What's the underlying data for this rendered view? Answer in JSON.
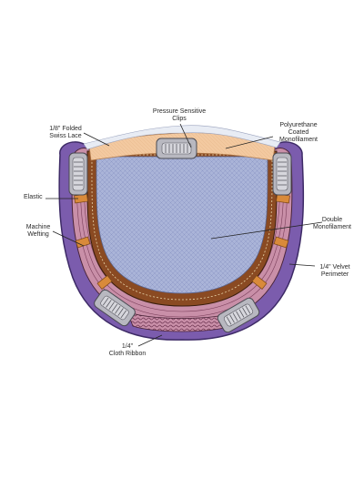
{
  "diagram": {
    "labels": {
      "pressure_clips": [
        "Pressure Sensitive",
        "Clips"
      ],
      "swiss_lace": [
        "1/8\" Folded",
        "Swiss Lace"
      ],
      "polyurethane": [
        "Polyurethane",
        "Coated",
        "Monofilament"
      ],
      "elastic": [
        "Elastic"
      ],
      "machine_wefting": [
        "Machine",
        "Wefting"
      ],
      "double_mono": [
        "Double",
        "Monofilament"
      ],
      "velvet": [
        "1/4\" Velvet",
        "Perimeter"
      ],
      "cloth_ribbon": [
        "1/4\"",
        "Cloth Ribbon"
      ]
    },
    "colors": {
      "background": "#ffffff",
      "purple_band": "#7b5cad",
      "purple_outline": "#3d2a66",
      "pink_wefting": "#c98fa8",
      "weft_lines": "#7a3e5a",
      "brown_band": "#8a4a22",
      "stitch": "#e7d3a8",
      "orange_elastic": "#d98a3a",
      "mono_center": "#aab4d8",
      "mono_grid": "#8a95c2",
      "cap_front": "#f3c9a0",
      "lace": "#e8ecf4",
      "clip_metal": "#b8b8c0",
      "leader_line": "#222222"
    }
  }
}
